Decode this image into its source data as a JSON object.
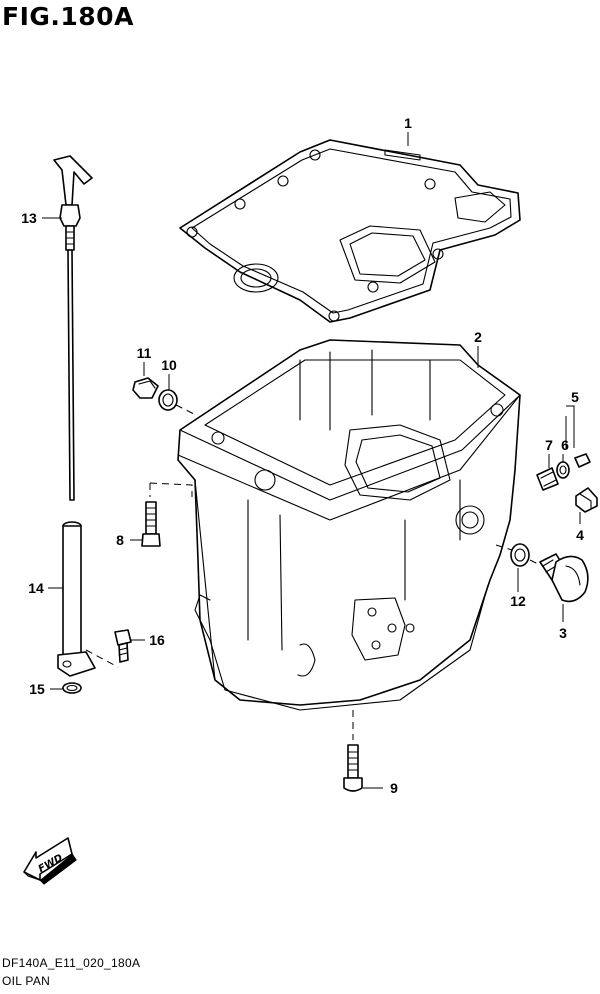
{
  "figure": {
    "title": "FIG.180A"
  },
  "callouts": [
    {
      "number": "1"
    },
    {
      "number": "2"
    },
    {
      "number": "3"
    },
    {
      "number": "4"
    },
    {
      "number": "5"
    },
    {
      "number": "6"
    },
    {
      "number": "7"
    },
    {
      "number": "8"
    },
    {
      "number": "9"
    },
    {
      "number": "10"
    },
    {
      "number": "11"
    },
    {
      "number": "12"
    },
    {
      "number": "13"
    },
    {
      "number": "14"
    },
    {
      "number": "15"
    },
    {
      "number": "16"
    }
  ],
  "fwd_marker": {
    "label": "FWD"
  },
  "footer": {
    "code": "DF140A_E11_020_180A",
    "name": "OIL PAN"
  }
}
